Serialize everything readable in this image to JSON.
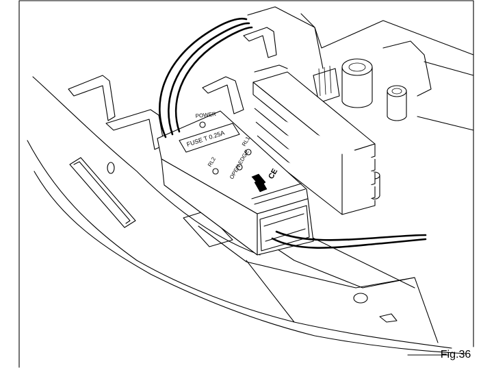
{
  "figure": {
    "caption": "Fig.36"
  },
  "module": {
    "power_label": "POWER",
    "fuse_label": "FUSE T 0.25A",
    "rl1_label": "RL1",
    "rl2_label": "RL2",
    "open_edge_label": "OPEN EDGE",
    "ce_mark": "CE"
  }
}
